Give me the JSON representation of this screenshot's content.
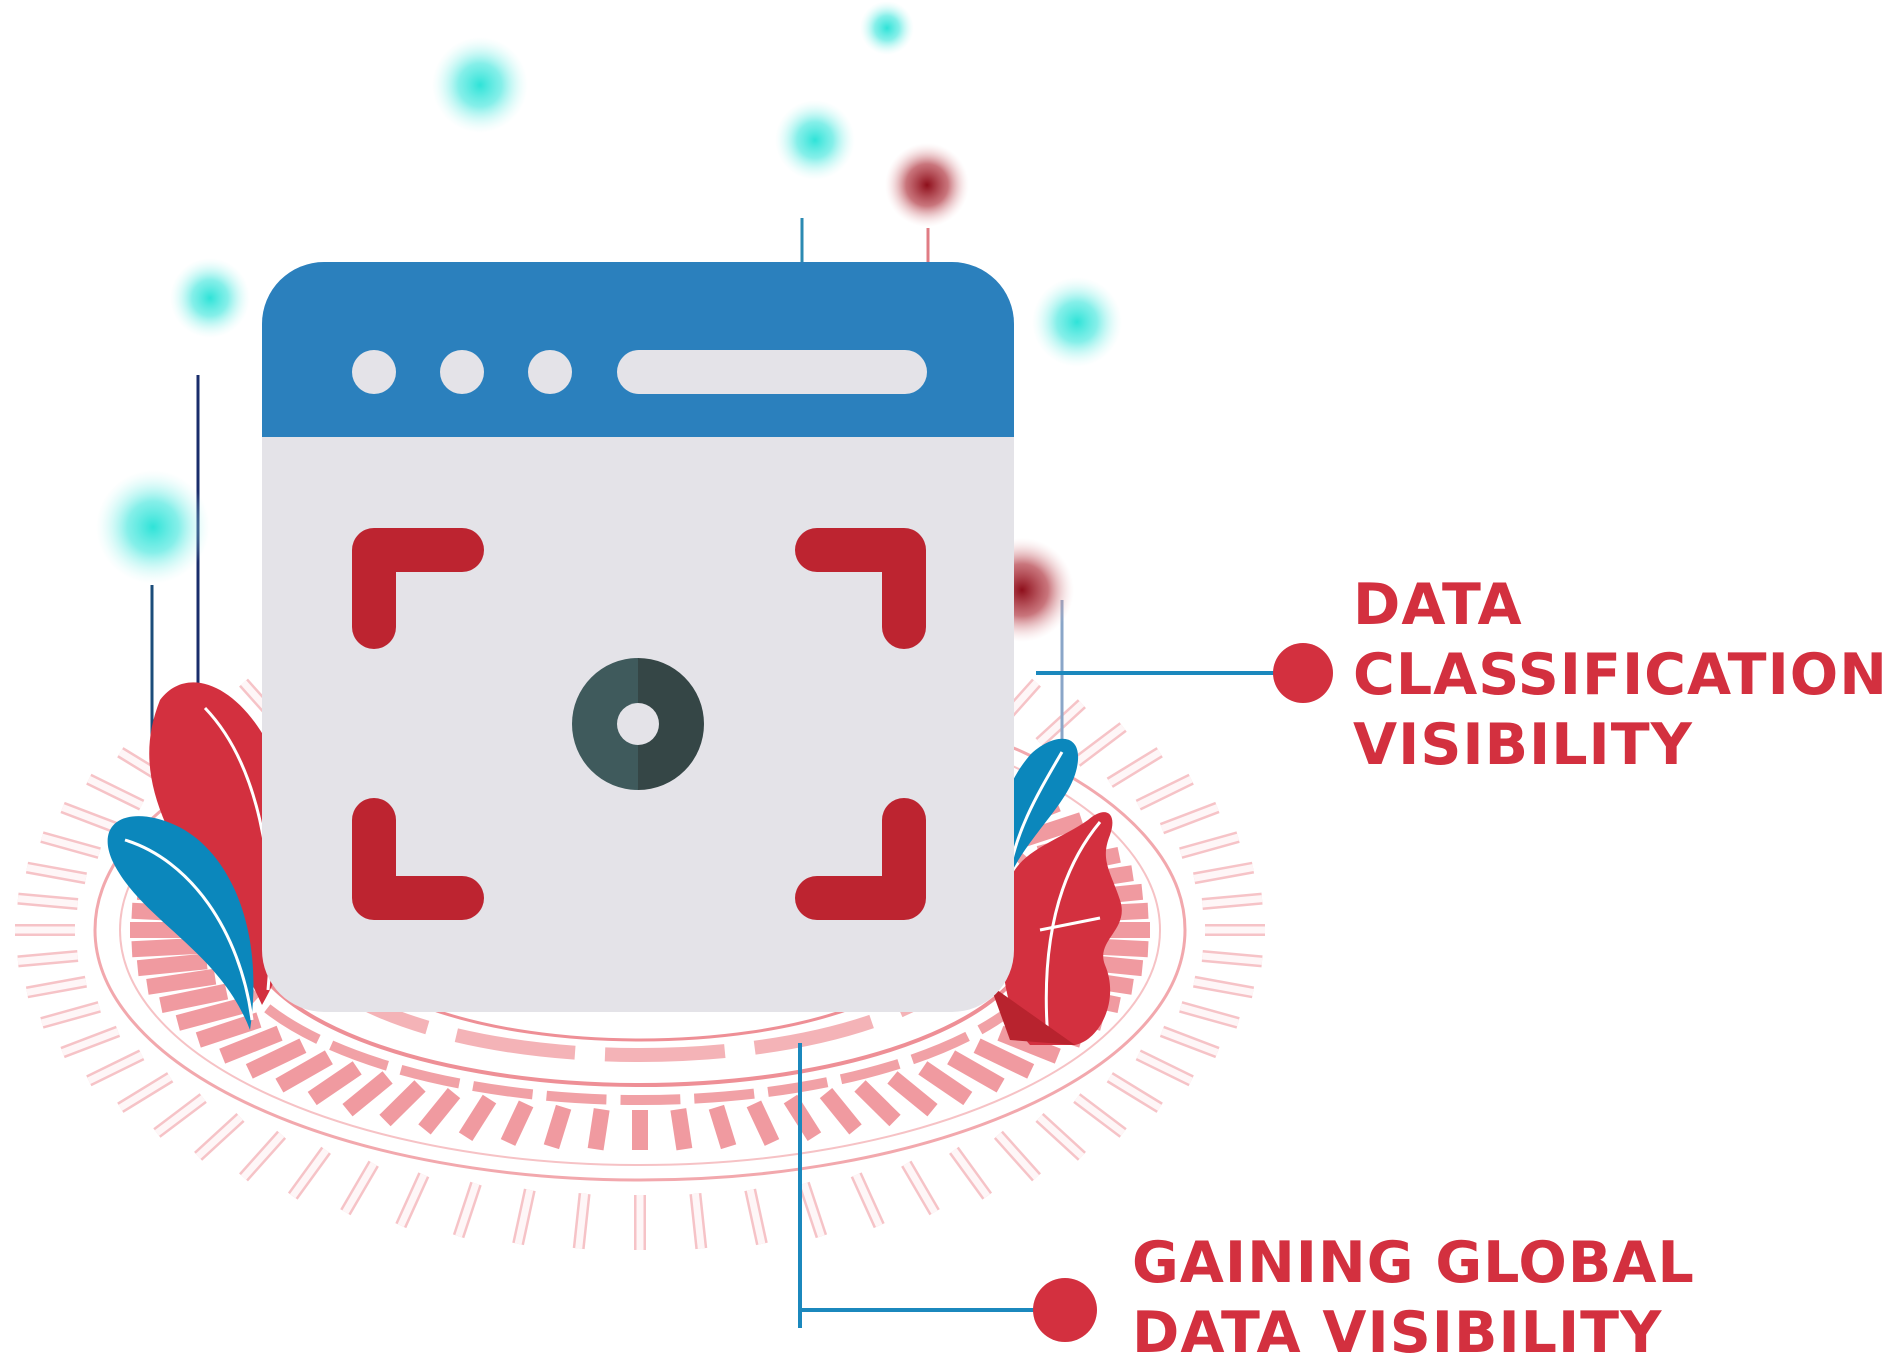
{
  "callouts": {
    "top": {
      "lines": [
        "DATA",
        "CLASSIFICATION",
        "VISIBILITY"
      ]
    },
    "bottom": {
      "lines": [
        "GAINING GLOBAL",
        "DATA VISIBILITY"
      ]
    }
  },
  "colors": {
    "text_accent": "#d3303f",
    "browser_bar": "#2b80bd",
    "browser_body": "#e4e3e8",
    "frame_corners": "#bd2430",
    "lens_dark": "#3c4d4f",
    "leaf_red": "#d3303f",
    "leaf_blue": "#0b87bc",
    "glow_cyan": "#3ee6dc",
    "glow_red": "#9e1a24",
    "connector": "#1b88bd",
    "ring_pink": "#f1a1a6"
  },
  "icons": [
    "browser-window-icon",
    "camera-focus-icon",
    "lens-icon",
    "leaf-icon",
    "glowing-dot-icon",
    "bullet-dot-icon"
  ]
}
